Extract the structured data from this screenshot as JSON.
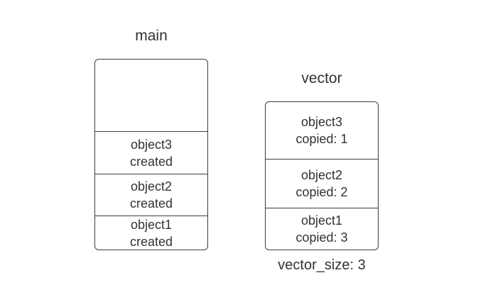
{
  "main": {
    "title": "main",
    "items": [
      {
        "name": "object3",
        "status": "created"
      },
      {
        "name": "object2",
        "status": "created"
      },
      {
        "name": "object1",
        "status": "created"
      }
    ]
  },
  "vector": {
    "title": "vector",
    "items": [
      {
        "name": "object3",
        "status": "copied: 1"
      },
      {
        "name": "object2",
        "status": "copied: 2"
      },
      {
        "name": "object1",
        "status": "copied: 3"
      }
    ],
    "size_label": "vector_size: 3"
  }
}
